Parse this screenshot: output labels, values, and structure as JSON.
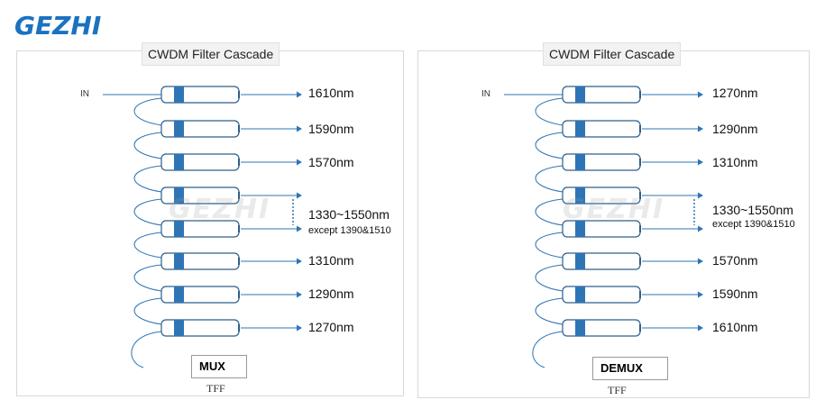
{
  "brand": {
    "logo": "GEZHI",
    "logo_color": "#1a72c0"
  },
  "panels": [
    {
      "title": "CWDM Filter Cascade",
      "input": "IN",
      "channels": [
        "1610nm",
        "1590nm",
        "1570nm",
        "1330~1550nm",
        "1310nm",
        "1290nm",
        "1270nm"
      ],
      "range_note": "except 1390&1510",
      "mode": "MUX",
      "caption": "TFF",
      "watermark": "GEZHI"
    },
    {
      "title": "CWDM Filter Cascade",
      "input": "IN",
      "channels": [
        "1270nm",
        "1290nm",
        "1310nm",
        "1330~1550nm",
        "1570nm",
        "1590nm",
        "1610nm"
      ],
      "range_note": "except 1390&1510",
      "mode": "DEMUX",
      "caption": "TFF",
      "watermark": "GEZHI"
    }
  ],
  "colors": {
    "filter_accent": "#2e75b6",
    "line": "#2e75b6",
    "border": "#2e75b6"
  }
}
